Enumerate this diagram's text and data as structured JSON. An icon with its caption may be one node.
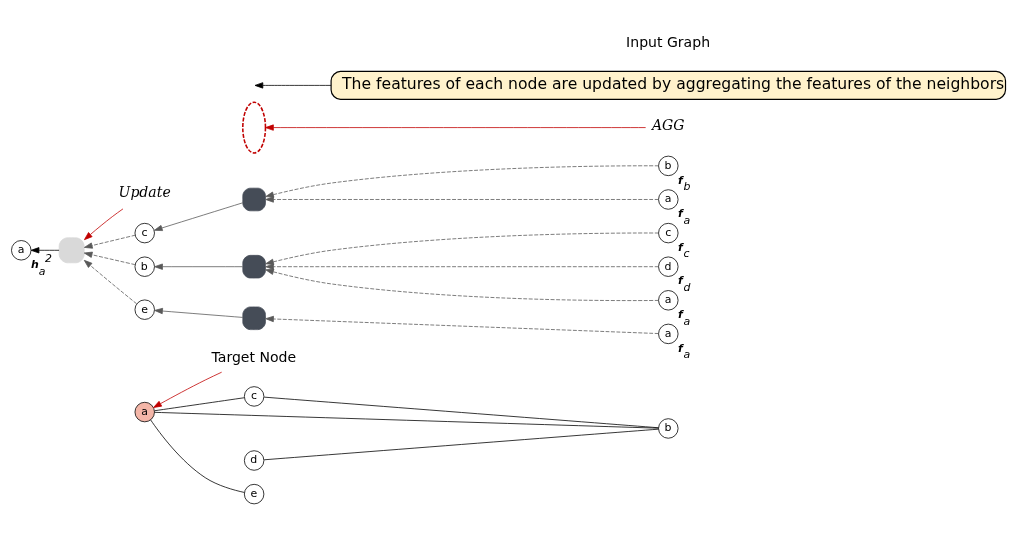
{
  "diagram": {
    "nodes": [
      {
        "text": [
          "Target Node"
        ]
      },
      {
        "text": [
          "c"
        ]
      },
      {
        "text": [
          "b"
        ]
      },
      {
        "text": [
          "a"
        ]
      },
      {
        "text": [
          "d"
        ]
      },
      {
        "text": [
          "e"
        ]
      },
      {
        "text": [
          "Update"
        ]
      },
      {
        "text": [
          "a"
        ],
        "beside": [
          "h$_{a}$$^{2}$"
        ]
      },
      {
        "text": [],
        "shape": "box"
      },
      {
        "text": [],
        "shape": "ellipse"
      },
      {
        "text": [
          "AGG"
        ]
      },
      {
        "text": [
          "c"
        ]
      },
      {
        "text": [
          "b"
        ]
      },
      {
        "text": [
          "e"
        ]
      },
      {
        "text": [],
        "shape": "box"
      },
      {
        "text": [],
        "shape": "box"
      },
      {
        "text": [],
        "shape": "box"
      },
      {
        "text": [
          "b"
        ],
        "beside": [
          "f$_{b}$"
        ]
      },
      {
        "text": [
          "a"
        ],
        "beside": [
          "f$_{a}$"
        ]
      },
      {
        "text": [
          "c"
        ],
        "beside": [
          "f$_{c}$"
        ]
      },
      {
        "text": [
          "d"
        ],
        "beside": [
          "f$_{d}$"
        ]
      },
      {
        "text": [
          "a"
        ],
        "beside": [
          "f$_{a}$"
        ]
      },
      {
        "text": [
          "a"
        ],
        "beside": [
          "f$_{a}$"
        ]
      },
      {
        "text": [
          "The features of each node are updated by aggregating the features of the neighbors"
        ]
      }
    ],
    "edges": [
      {
        "from": 0,
        "to": 3,
        "arrow": "to",
        "color": "#c00000"
      },
      {
        "from": 2,
        "to": 1,
        "arrow": "none",
        "color": "#000000"
      },
      {
        "from": 1,
        "to": 3,
        "arrow": "none",
        "color": "#000000"
      },
      {
        "from": 2,
        "to": 3,
        "arrow": "none",
        "color": "#000000"
      },
      {
        "from": 2,
        "to": 4,
        "arrow": "none",
        "color": "#000000"
      },
      {
        "from": 5,
        "to": 3,
        "arrow": "none",
        "color": "#000000"
      },
      {
        "from": 6,
        "to": 8,
        "arrow": "to",
        "color": "#c00000"
      },
      {
        "from": 10,
        "to": 9,
        "arrow": "to",
        "color": "#c00000"
      },
      {
        "from": 8,
        "to": 7,
        "arrow": "to",
        "color": "#000000"
      },
      {
        "from": 11,
        "to": 8,
        "arrow": "to",
        "style": "dashed"
      },
      {
        "from": 12,
        "to": 8,
        "arrow": "to",
        "style": "dashed"
      },
      {
        "from": 13,
        "to": 8,
        "arrow": "to",
        "style": "dashed"
      },
      {
        "from": 14,
        "to": 11,
        "arrow": "to"
      },
      {
        "from": 15,
        "to": 12,
        "arrow": "to"
      },
      {
        "from": 16,
        "to": 13,
        "arrow": "to"
      },
      {
        "from": 17,
        "to": 14,
        "arrow": "to",
        "style": "dashed"
      },
      {
        "from": 18,
        "to": 14,
        "arrow": "to",
        "style": "dashed"
      },
      {
        "from": 19,
        "to": 15,
        "arrow": "to",
        "style": "dashed"
      },
      {
        "from": 20,
        "to": 15,
        "arrow": "to",
        "style": "dashed"
      },
      {
        "from": 21,
        "to": 15,
        "arrow": "to",
        "style": "dashed"
      },
      {
        "from": 22,
        "to": 16,
        "arrow": "to",
        "style": "dashed"
      },
      {
        "from": 23,
        "to": null,
        "arrow": "to",
        "color": "#000000"
      }
    ],
    "labels": [
      "Input Graph"
    ]
  }
}
